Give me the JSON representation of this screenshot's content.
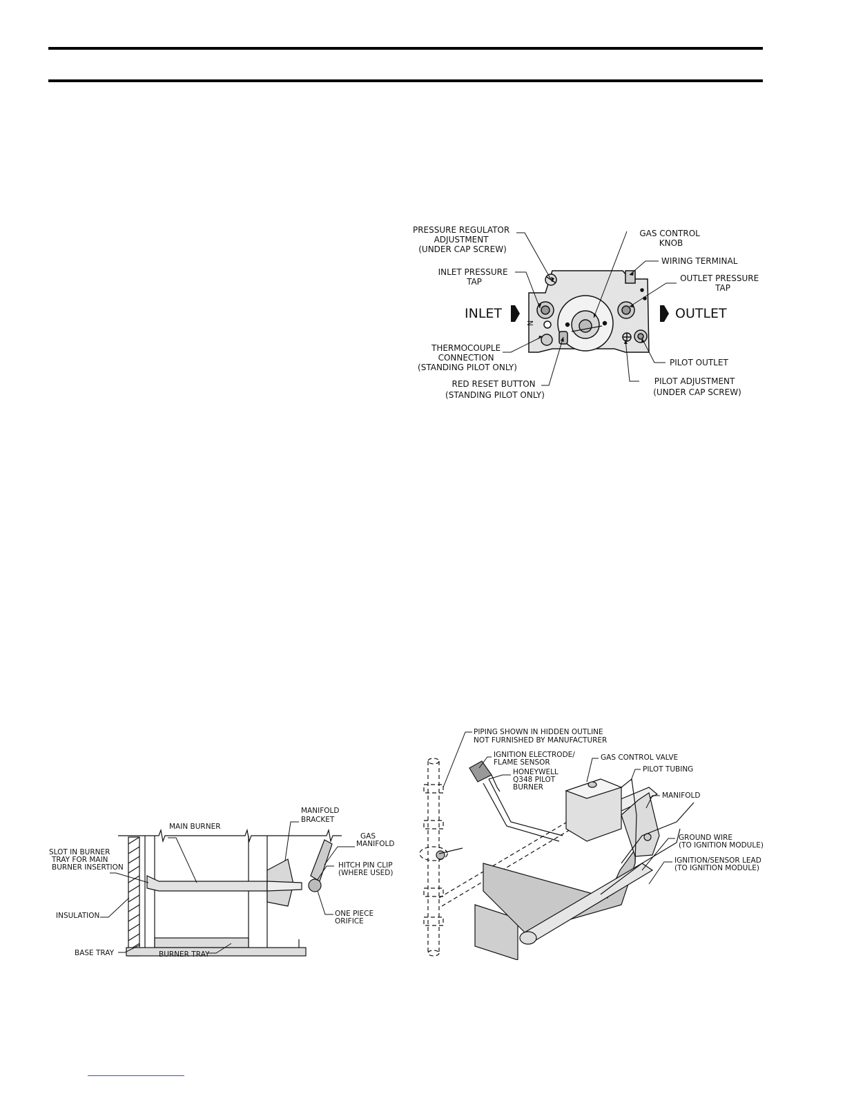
{
  "gas_control": {
    "labels": {
      "pressure_regulator": [
        "PRESSURE REGULATOR",
        "ADJUSTMENT",
        "(UNDER CAP SCREW)"
      ],
      "gas_control_knob": [
        "GAS CONTROL",
        "KNOB"
      ],
      "wiring_terminal": "WIRING TERMINAL",
      "inlet_pressure_tap": [
        "INLET PRESSURE",
        "TAP"
      ],
      "outlet_pressure_tap": [
        "OUTLET PRESSURE",
        "TAP"
      ],
      "inlet": "INLET",
      "outlet": "OUTLET",
      "thermocouple": [
        "THERMOCOUPLE",
        "CONNECTION",
        "(STANDING PILOT ONLY)"
      ],
      "red_reset": [
        "RED RESET BUTTON",
        "(STANDING PILOT ONLY)"
      ],
      "pilot_outlet": "PILOT OUTLET",
      "pilot_adjustment": [
        "PILOT ADJUSTMENT",
        "(UNDER CAP SCREW)"
      ],
      "valve_letter": "N"
    }
  },
  "burner_tray": {
    "labels": {
      "manifold_bracket": [
        "MANIFOLD",
        "BRACKET"
      ],
      "main_burner": "MAIN BURNER",
      "gas_manifold": [
        "GAS",
        "MANIFOLD"
      ],
      "slot": [
        "SLOT IN BURNER",
        "TRAY FOR MAIN",
        "BURNER INSERTION"
      ],
      "hitch_pin": [
        "HITCH PIN CLIP",
        "(WHERE USED)"
      ],
      "insulation": "INSULATION",
      "orifice": [
        "ONE PIECE",
        "ORIFICE"
      ],
      "base_tray": "BASE TRAY",
      "burner_tray": "BURNER TRAY"
    }
  },
  "pilot_assembly": {
    "labels": {
      "piping": [
        "PIPING SHOWN IN HIDDEN OUTLINE",
        "NOT FURNISHED BY MANUFACTURER"
      ],
      "ignition_electrode": [
        "IGNITION ELECTRODE/",
        "FLAME SENSOR"
      ],
      "honeywell": [
        "HONEYWELL",
        "Q348 PILOT",
        "BURNER"
      ],
      "gas_control_valve": "GAS CONTROL VALVE",
      "pilot_tubing": "PILOT TUBING",
      "manifold": "MANIFOLD",
      "ground_wire": [
        "GROUND WIRE",
        "(TO IGNITION MODULE)"
      ],
      "ignition_sensor_lead": [
        "IGNITION/SENSOR LEAD",
        "(TO IGNITION MODULE)"
      ]
    }
  }
}
